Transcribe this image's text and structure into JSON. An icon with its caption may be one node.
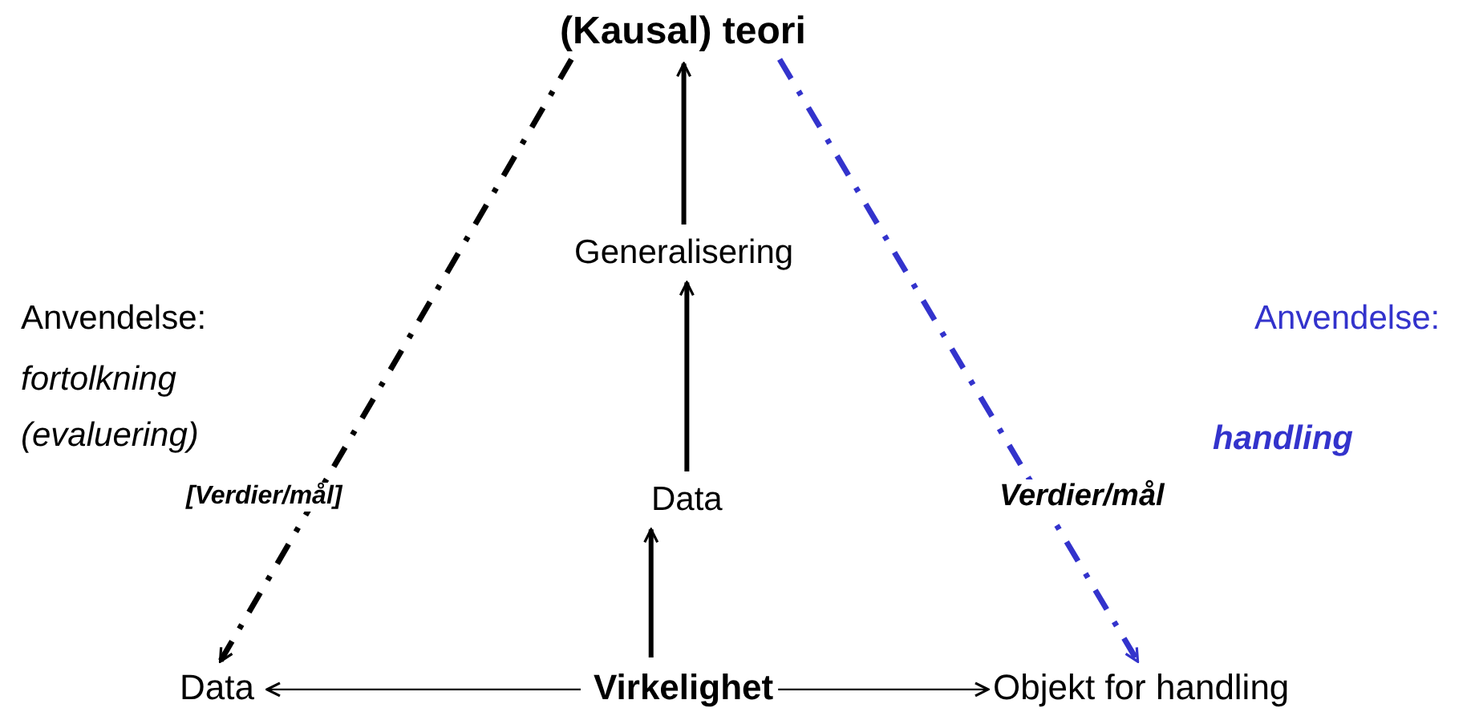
{
  "diagram": {
    "nodes": [
      {
        "text": [
          "(Kausal) teori"
        ]
      },
      {
        "text": [
          "Generalisering"
        ]
      },
      {
        "text": [
          "Data"
        ]
      },
      {
        "text": [
          "Virkelighet"
        ]
      },
      {
        "text": [
          "Data"
        ]
      },
      {
        "text": [
          "Objekt for handling"
        ]
      }
    ],
    "edges": [
      {
        "from": 3,
        "to": 2,
        "arrow": "to"
      },
      {
        "from": 2,
        "to": 1,
        "arrow": "to"
      },
      {
        "from": 1,
        "to": 0,
        "arrow": "to"
      },
      {
        "from": 3,
        "to": 4,
        "arrow": "to"
      },
      {
        "from": 3,
        "to": 5,
        "arrow": "to"
      },
      {
        "from": 0,
        "to": 4,
        "arrow": "to",
        "style": "dashed"
      },
      {
        "from": 0,
        "to": 5,
        "arrow": "to",
        "style": "dashed",
        "color": "#3333cc"
      }
    ],
    "labels": [
      "Anvendelse:",
      "fortolkning",
      "(evaluering)",
      "[Verdier/mål]",
      "Anvendelse:",
      "handling",
      "Verdier/mål"
    ]
  }
}
